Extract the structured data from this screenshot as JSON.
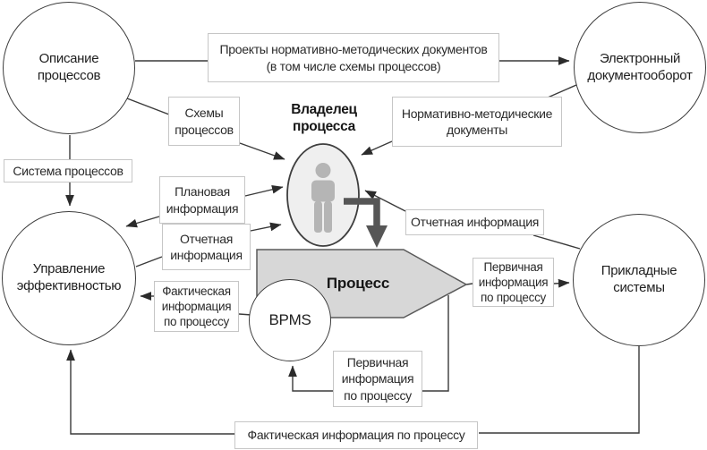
{
  "diagram": {
    "nodes": {
      "process_description": "Описание\nпроцессов",
      "electronic_document_flow": "Электронный\nдокументооборот",
      "performance_management": "Управление\nэффективностью",
      "applied_systems": "Прикладные\nсистемы",
      "bpms": "BPMS",
      "process_owner": "Владелец\nпроцесса",
      "process": "Процесс"
    },
    "labels": {
      "draft_documents": "Проекты нормативно-методических документов\n(в том числе схемы процессов)",
      "process_schemes": "Схемы\nпроцессов",
      "process_system": "Система процессов",
      "normative_documents": "Нормативно-методические\nдокументы",
      "planned_information": "Плановая\nинформация",
      "reporting_information_left": "Отчетная\nинформация",
      "actual_information_left": "Фактическая\nинформация\nпо процессу",
      "reporting_information_right": "Отчетная информация",
      "primary_information_right": "Первичная\nинформация\nпо процессу",
      "primary_information_bottom": "Первичная\nинформация\nпо процессу",
      "actual_information_bottom": "Фактическая информация по процессу"
    },
    "colors": {
      "line": "#3a3a3a",
      "box_border": "#c6c6c6",
      "circle_border": "#3c3c3c",
      "process_arrow_fill": "#d7d7d7",
      "process_arrow_border": "#5a5a5a",
      "owner_ellipse_fill": "#efefef",
      "person_icon": "#b5b5b5",
      "thick_arrow": "#565656",
      "text": "#222222"
    }
  }
}
